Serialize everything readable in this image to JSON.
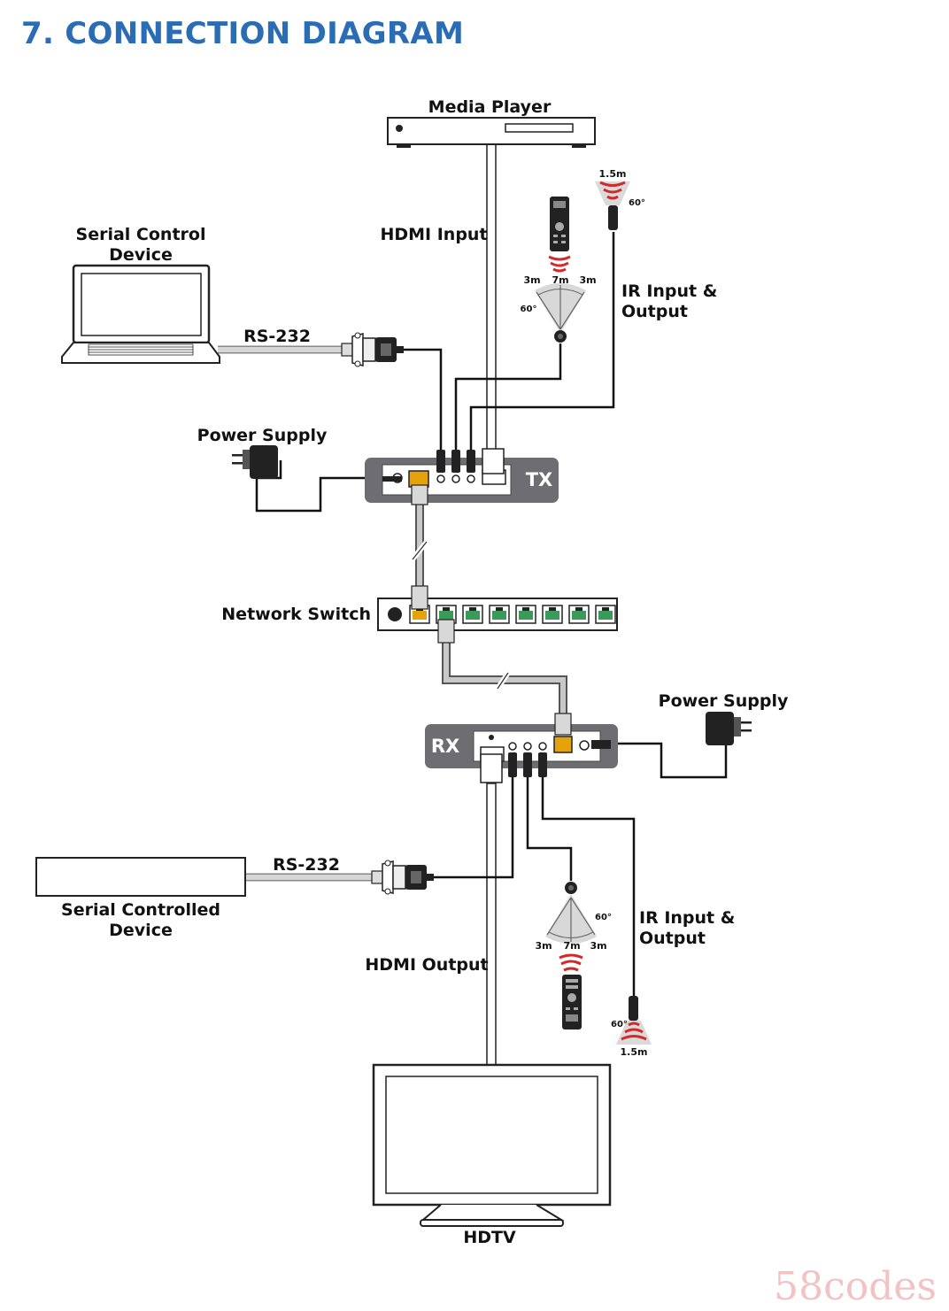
{
  "page": {
    "title": "7. CONNECTION DIAGRAM",
    "watermark": "58codes"
  },
  "labels": {
    "media_player": "Media Player",
    "hdmi_input": "HDMI Input",
    "serial_control_line1": "Serial Control",
    "serial_control_line2": "Device",
    "rs232_top": "RS-232",
    "power_supply_top": "Power Supply",
    "ir_top_line1": "IR Input &",
    "ir_top_line2": "Output",
    "tx": "TX",
    "network_switch": "Network Switch",
    "power_supply_bottom": "Power Supply",
    "rx": "RX",
    "rs232_bottom": "RS-232",
    "serial_controlled_line1": "Serial Controlled",
    "serial_controlled_line2": "Device",
    "hdmi_output": "HDMI Output",
    "ir_bottom_line1": "IR Input &",
    "ir_bottom_line2": "Output",
    "hdtv": "HDTV"
  },
  "ir_ranges": {
    "top_sensor_distance": "1.5m",
    "top_sensor_angle": "60°",
    "top_receiver_left": "3m",
    "top_receiver_center": "7m",
    "top_receiver_right": "3m",
    "top_receiver_angle": "60°",
    "bottom_receiver_angle": "60°",
    "bottom_receiver_left": "3m",
    "bottom_receiver_center": "7m",
    "bottom_receiver_right": "3m",
    "bottom_sensor_angle": "60°",
    "bottom_sensor_distance": "1.5m"
  },
  "colors": {
    "title": "#2a6db5",
    "device_body": "#6e6e72",
    "cable_grey": "#b9b9b9",
    "ir_wave": "#d22a2a",
    "watermark": "#f3c3c3"
  }
}
